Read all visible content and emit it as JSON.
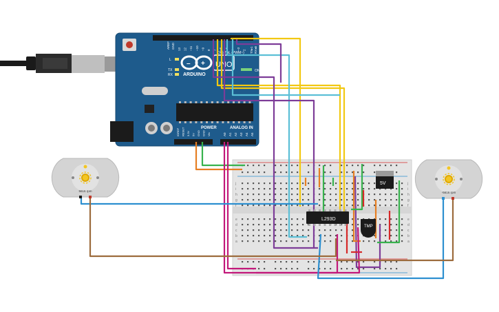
{
  "arduino": {
    "brand": "ARDUINO",
    "model": "UNO",
    "digital_label": "DIGITAL (PWM~)",
    "on_label": "ON",
    "l_label": "L",
    "tx_label": "TX",
    "rx_label": "RX",
    "power_label": "POWER",
    "analog_label": "ANALOG IN",
    "aref_label": "AREF",
    "gnd_label": "GND",
    "tx_pin_label": "TX▸1",
    "rx_pin_label": "RX◂0",
    "power_pins": [
      "IOREF",
      "RESET",
      "3.3V",
      "5V",
      "GND",
      "GND",
      "Vin"
    ],
    "analog_pins": [
      "A0",
      "A1",
      "A2",
      "A3",
      "A4",
      "A5"
    ],
    "digital_pins": [
      "13",
      "12",
      "~11",
      "~10",
      "~9",
      "8",
      "7",
      "~6",
      "~5",
      "4",
      "~3",
      "2"
    ]
  },
  "components": {
    "driver_ic": "L293D",
    "temp_sensor": "TMP",
    "regulator": "5V"
  },
  "motors": {
    "left_rpm": "5616 rpm",
    "right_rpm": "-5616 rpm"
  },
  "breadboard": {
    "row_letters": [
      "a",
      "b",
      "c",
      "d",
      "e",
      "f",
      "g",
      "h",
      "i",
      "j"
    ]
  },
  "colors": {
    "board_blue": "#1e5b8c",
    "yellow_wire": "#f2c811",
    "cyan_wire": "#5bbfd6",
    "purple_wire": "#7d3c98",
    "orange_wire": "#e67e22",
    "green_wire": "#37b24d",
    "magenta_wire": "#c2187a",
    "blue_wire": "#2c8fd0",
    "brown_wire": "#9c6b3c",
    "red_wire": "#d62828"
  }
}
